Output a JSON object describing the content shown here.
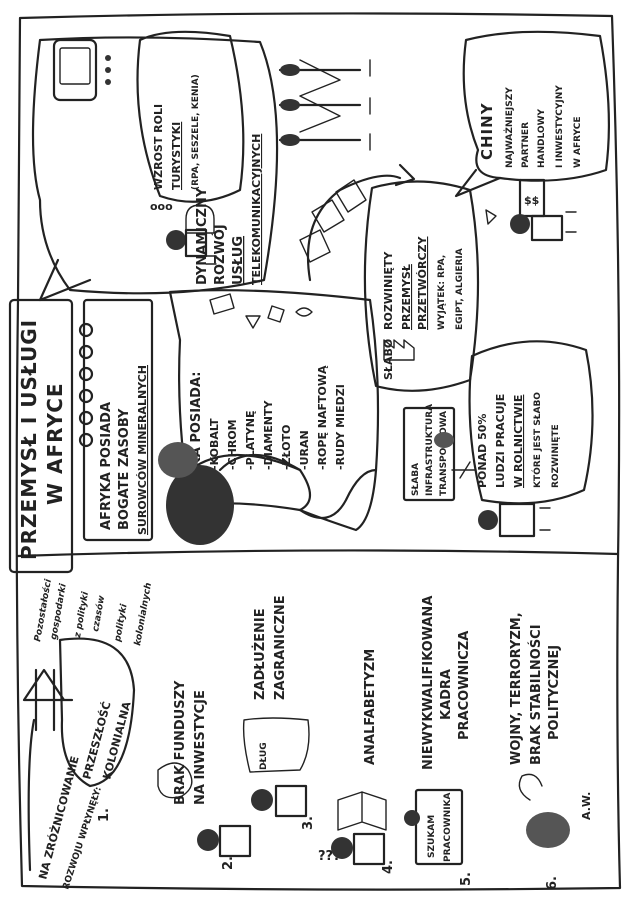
{
  "title": {
    "line1": "PRZEMYSŁ I USŁUGI",
    "line2": "W AFRYCE"
  },
  "left_page": {
    "header_line1": "NA ZRÓŻNICOWANIE",
    "header_line2": "ROZWOJU WPŁYNĘŁY:",
    "items": [
      {
        "num": "1.",
        "lines": [
          "PRZESZŁOŚĆ",
          "KOLONIALNA"
        ]
      },
      {
        "num": "2.",
        "lines": [
          "BRAK FUNDUSZY",
          "NA INWESTYCJE"
        ]
      },
      {
        "num": "3.",
        "lines": [
          "ZADŁUŻENIE",
          "ZAGRANICZNE"
        ]
      },
      {
        "num": "4.",
        "lines": [
          "ANALFABETYZM"
        ]
      },
      {
        "num": "5.",
        "lines": [
          "NIEWYKWALIFIKOWANA",
          "KADRA",
          "PRACOWNICZA"
        ]
      },
      {
        "num": "6.",
        "lines": [
          "WOJNY, TERRORYZM,",
          "BRAK STABILNOŚCI",
          "POLITYCZNEJ"
        ]
      }
    ],
    "colonial_note": [
      "Pozostałości",
      "gospodarki",
      "z polityki",
      "czasów",
      "polityki",
      "kolonialnych"
    ],
    "debt_sign": "DŁUG",
    "job_sign_line1": "SZUKAM",
    "job_sign_line2": "PRACOWNIKA",
    "question_marks": "???",
    "author": "A.W."
  },
  "right_page": {
    "resources_box": [
      "AFRYKA POSIADA",
      "BOGATE ZASOBY",
      "SUROWCÓW MINERALNYCH"
    ],
    "resources_list_title": "AFRYKA POSIADA:",
    "resources_list": [
      "-KOBALT",
      "-CHROM",
      "-PLATYNĘ",
      "-DIAMENTY",
      "-ZŁOTO",
      "-URAN",
      "-ROPĘ NAFTOWĄ",
      "-RUDY MIEDZI"
    ],
    "telecom_bubble": [
      "DYNAMICZNY",
      "ROZWÓJ",
      "USŁUG",
      "TELEKOMUNIKACYJNYCH"
    ],
    "tourism_bubble": [
      "WZROST ROLI",
      "TURYSTYKI",
      "(RPA, SESZELE, KENIA)"
    ],
    "industry_bubble": [
      "SŁABO",
      "ROZWINIĘTY",
      "PRZEMYSŁ",
      "PRZETWÓRCZY",
      "WYJĄTEK: RPA,",
      "EGIPT, ALGIERIA"
    ],
    "agriculture_bubble": [
      "PONAD 50%",
      "LUDZI PRACUJE",
      "W ROLNICTWIE",
      "KTÓRE JEST SŁABO",
      "ROZWINIĘTE"
    ],
    "infrastructure_box": [
      "SŁABA",
      "INFRASTRUKTURA",
      "TRANSPORTOWA"
    ],
    "china_bubble": [
      "CHINY",
      "NAJWAŻNIEJSZY",
      "PARTNER",
      "HANDLOWY",
      "I INWESTYCYJNY",
      "W AFRYCE"
    ],
    "phone_dots": "ooo",
    "kiosk_label": "$$"
  },
  "colors": {
    "ink": "#222222",
    "paper": "#ffffff"
  }
}
